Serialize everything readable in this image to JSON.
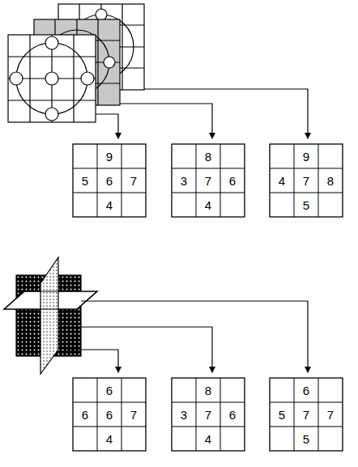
{
  "diagram": {
    "labels": [
      "9",
      "5",
      "6",
      "7",
      "4",
      "8",
      "3",
      "7",
      "6",
      "4",
      "9",
      "4",
      "7",
      "8",
      "5",
      "6",
      "6",
      "6",
      "7",
      "4",
      "8",
      "3",
      "7",
      "6",
      "4",
      "6",
      "5",
      "7",
      "7",
      "5"
    ]
  }
}
